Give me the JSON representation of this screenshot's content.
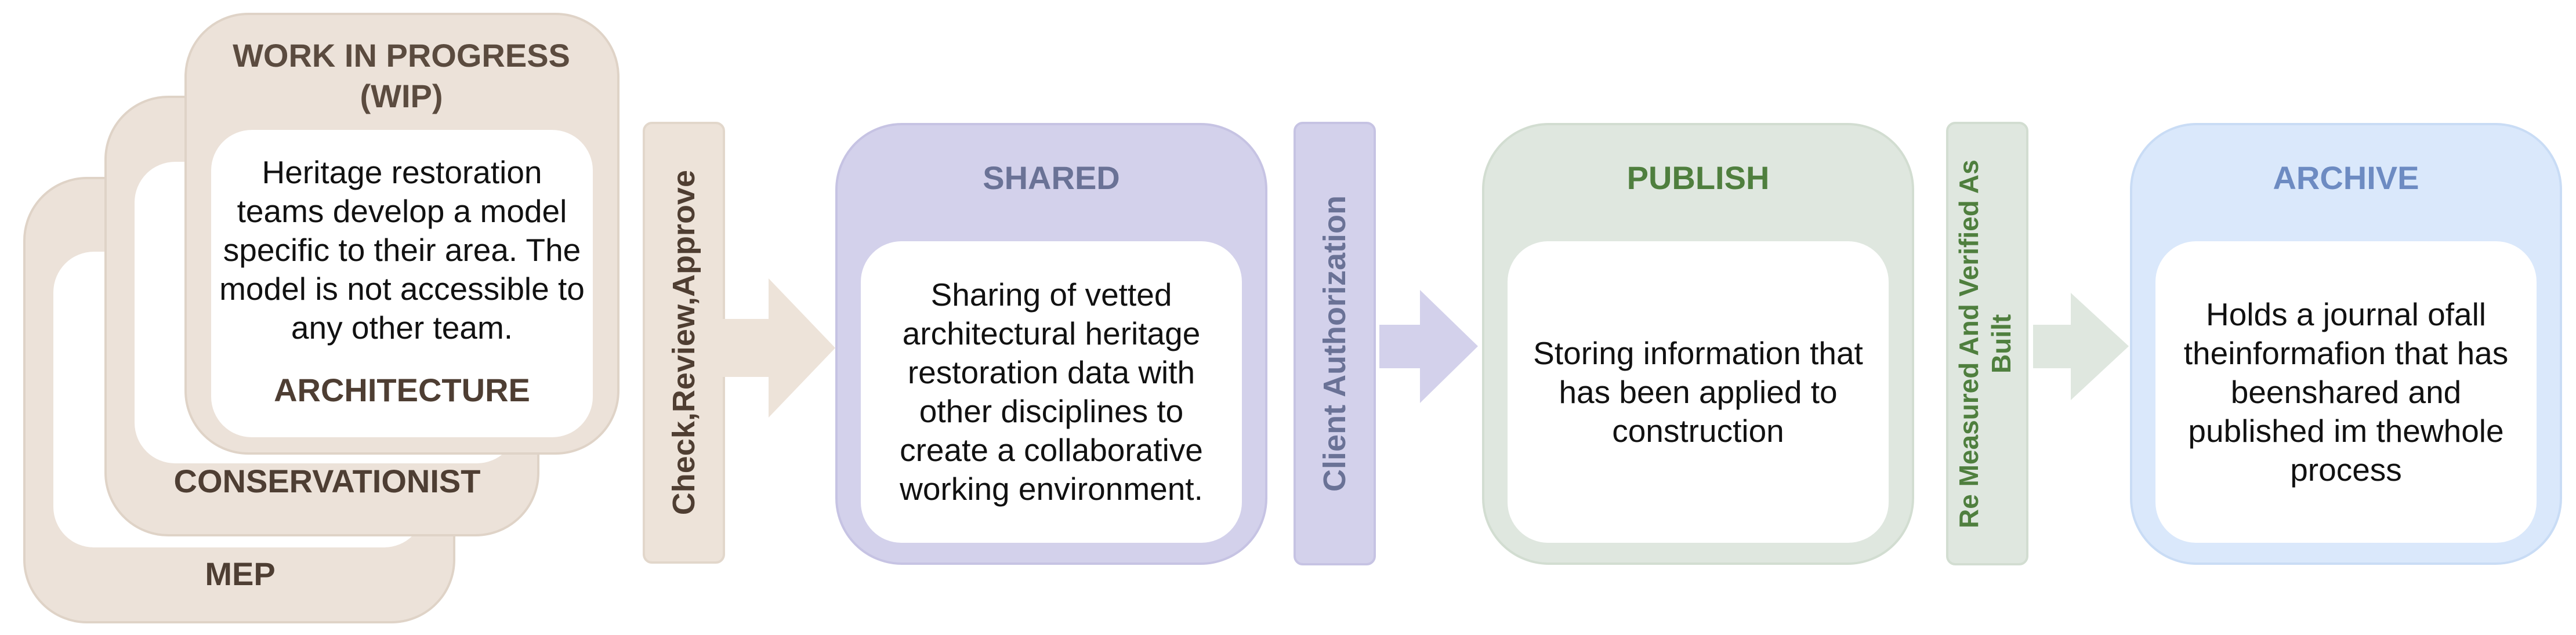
{
  "wip": {
    "title": "WORK IN PROGRESS (WIP)",
    "description": "Heritage restoration teams develop a model specific to their area. The model is not accessible to any other team.",
    "teams": [
      "ARCHITECTURE",
      "CONSERVATIONIST",
      "MEP"
    ]
  },
  "gates": {
    "check": "Check,Review,Approve",
    "client": "Client Authorization",
    "measured": "Re Measured And Verified As Built"
  },
  "stages": {
    "shared": {
      "title": "SHARED",
      "description": "Sharing of vetted architectural heritage restoration data with other disciplines to create a collaborative working environment."
    },
    "publish": {
      "title": "PUBLISH",
      "description": "Storing information that has been applied to construction"
    },
    "archive": {
      "title": "ARCHIVE",
      "description": "Holds a journal ofall theinformafion that has beenshared and published im thewhole process"
    }
  },
  "colors": {
    "wip_fill": "#ece2d9",
    "shared_fill": "#d3d1eb",
    "shared_text": "#6a7296",
    "publish_fill": "#dfe7df",
    "publish_text": "#4f7f3e",
    "archive_fill": "#dae8fb",
    "archive_text": "#6d8bc2"
  }
}
